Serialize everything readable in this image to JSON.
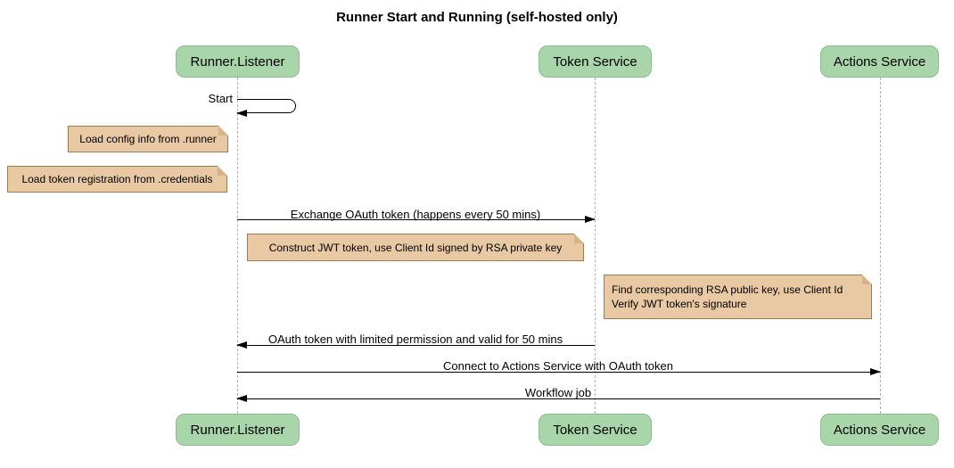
{
  "title": "Runner Start and Running (self-hosted only)",
  "participants": [
    {
      "name": "Runner.Listener"
    },
    {
      "name": "Token Service"
    },
    {
      "name": "Actions Service"
    }
  ],
  "messages": {
    "start": {
      "label": "Start",
      "from": "Runner.Listener",
      "to": "Runner.Listener"
    },
    "exchange": {
      "label": "Exchange OAuth token (happens every 50 mins)",
      "from": "Runner.Listener",
      "to": "Token Service"
    },
    "oauth_back": {
      "label": "OAuth token with limited permission and valid for 50 mins",
      "from": "Token Service",
      "to": "Runner.Listener"
    },
    "connect": {
      "label": "Connect to Actions Service with OAuth token",
      "from": "Runner.Listener",
      "to": "Actions Service"
    },
    "workflow": {
      "label": "Workflow job",
      "from": "Actions Service",
      "to": "Runner.Listener"
    }
  },
  "notes": [
    {
      "text": "Load config info from .runner",
      "position": "left of Runner.Listener"
    },
    {
      "text": "Load token registration from .credentials",
      "position": "left of Runner.Listener"
    },
    {
      "text": "Construct JWT token, use Client Id signed by RSA private key",
      "position": "right of Runner.Listener"
    },
    {
      "lines": [
        "Find corresponding RSA public key, use Client Id",
        "Verify JWT token's signature"
      ],
      "position": "right of Token Service"
    }
  ],
  "colors": {
    "background": "#ffffff",
    "text": "#000000",
    "message": "#000000",
    "lifeline": "#b3b3b3",
    "participant_fill": "#a8d5aa",
    "participant_border": "#8cbb8e",
    "note_fill": "#e8c9a3",
    "note_border": "#997c52",
    "note_fold": "#d7b285"
  }
}
